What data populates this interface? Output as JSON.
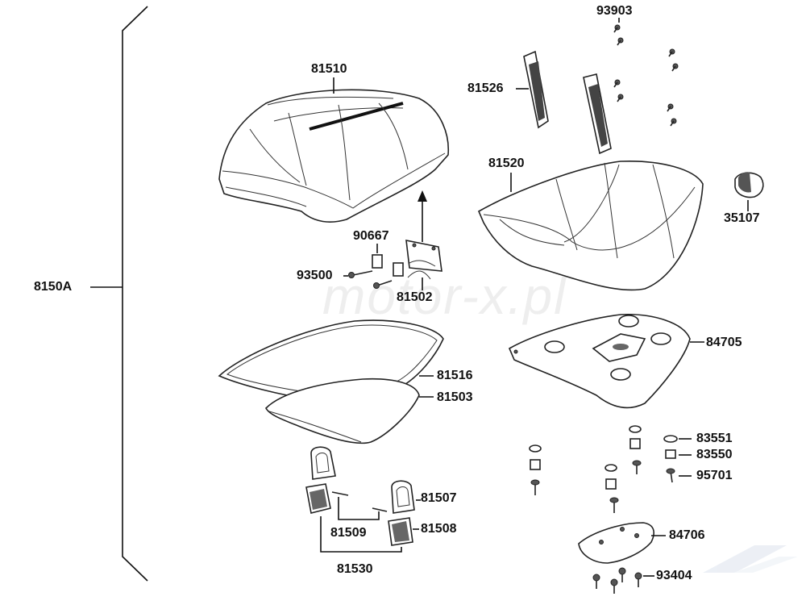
{
  "diagram": {
    "watermark": "motor-x.pl",
    "labels": [
      {
        "id": "8150A",
        "text": "8150A"
      },
      {
        "id": "93903",
        "text": "93903"
      },
      {
        "id": "81510",
        "text": "81510"
      },
      {
        "id": "81526",
        "text": "81526"
      },
      {
        "id": "81520",
        "text": "81520"
      },
      {
        "id": "35107",
        "text": "35107"
      },
      {
        "id": "90667",
        "text": "90667"
      },
      {
        "id": "93500",
        "text": "93500"
      },
      {
        "id": "81502",
        "text": "81502"
      },
      {
        "id": "84705",
        "text": "84705"
      },
      {
        "id": "81516",
        "text": "81516"
      },
      {
        "id": "81503",
        "text": "81503"
      },
      {
        "id": "83551",
        "text": "83551"
      },
      {
        "id": "83550",
        "text": "83550"
      },
      {
        "id": "95701",
        "text": "95701"
      },
      {
        "id": "81507",
        "text": "81507"
      },
      {
        "id": "81509",
        "text": "81509"
      },
      {
        "id": "81508",
        "text": "81508"
      },
      {
        "id": "84706",
        "text": "84706"
      },
      {
        "id": "81530",
        "text": "81530"
      },
      {
        "id": "93404",
        "text": "93404"
      }
    ]
  }
}
